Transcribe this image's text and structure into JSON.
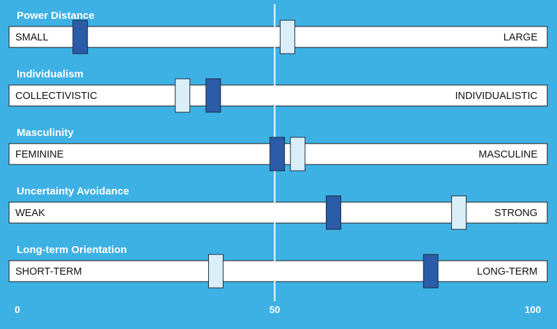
{
  "colors": {
    "background": "#3eb1e4",
    "bar_fill": "#ffffff",
    "bar_stroke": "#1a1a1a",
    "marker_dark": "#2b5ca8",
    "marker_light": "#daeef8",
    "midline": "#ffffff"
  },
  "chart_data": {
    "type": "scatter",
    "xlim": [
      0,
      100
    ],
    "x_ticks": [
      "0",
      "50",
      "100"
    ],
    "reference_line_x": 50,
    "dimensions": [
      {
        "title": "Power Distance",
        "low_label": "SMALL",
        "high_label": "LARGE",
        "dark": 12,
        "light": 52.5
      },
      {
        "title": "Individualism",
        "low_label": "COLLECTIVISTIC",
        "high_label": "INDIVIDUALISTIC",
        "dark": 38,
        "light": 32
      },
      {
        "title": "Masculinity",
        "low_label": "FEMININE",
        "high_label": "MASCULINE",
        "dark": 50.5,
        "light": 54.5
      },
      {
        "title": "Uncertainty Avoidance",
        "low_label": "WEAK",
        "high_label": "STRONG",
        "dark": 61.5,
        "light": 86
      },
      {
        "title": "Long-term Orientation",
        "low_label": "SHORT-TERM",
        "high_label": "LONG-TERM",
        "dark": 80.5,
        "light": 38.5
      }
    ]
  }
}
